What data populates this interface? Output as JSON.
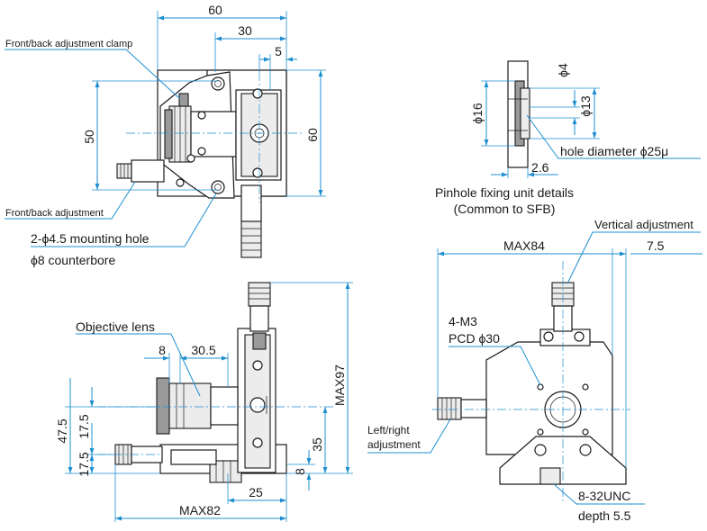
{
  "labels": {
    "front_back_clamp": "Front/back adjustment clamp",
    "front_back_adjustment": "Front/back adjustment",
    "mounting_hole": "2-ϕ4.5 mounting hole",
    "counterbore": "ϕ8 counterbore",
    "objective_lens": "Objective lens",
    "pinhole_title_1": "Pinhole fixing unit details",
    "pinhole_title_2": "(Common to SFB)",
    "hole_diameter": "hole diameter ϕ25μ",
    "vertical_adjustment": "Vertical adjustment",
    "m3_1": "4-M3",
    "m3_2": "PCD ϕ30",
    "left_right_1": "Left/right",
    "left_right_2": "adjustment",
    "unc_1": "8-32UNC",
    "unc_2": "depth 5.5"
  },
  "dims": {
    "top_60": "60",
    "top_30": "30",
    "top_5": "5",
    "left_50": "50",
    "right_60": "60",
    "pin_16": "ϕ16",
    "pin_4": "ϕ4",
    "pin_13": "ϕ13",
    "pin_26": "2.6",
    "max84": "MAX84",
    "r_75": "7.5",
    "f_8": "8",
    "f_305": "30.5",
    "f_475": "47.5",
    "f_175a": "17.5",
    "f_175b": "17.5",
    "max97": "MAX97",
    "f_35": "35",
    "f_8b": "8",
    "f_25": "25",
    "max82": "MAX82"
  }
}
